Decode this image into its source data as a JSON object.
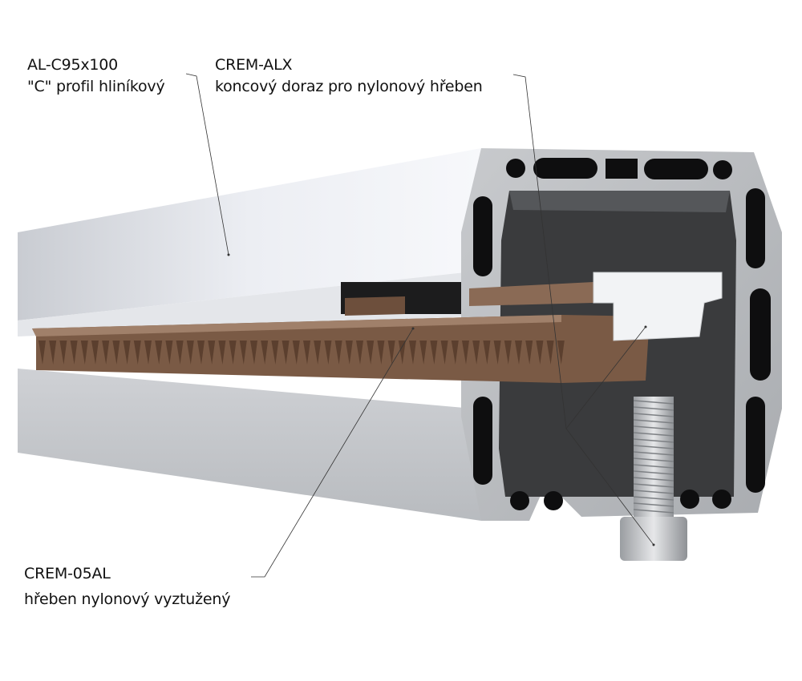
{
  "labels": {
    "profile": {
      "code": "AL-C95x100",
      "description": "\"C\" profil hliníkový"
    },
    "end_stop": {
      "code": "CREM-ALX",
      "description": "koncový doraz pro nylonový hřeben"
    },
    "rack": {
      "code": "CREM-05AL",
      "description": "hřeben nylonový vyztužený"
    }
  },
  "colors": {
    "aluminium": "#d4d6da",
    "rack": "#7a5a45",
    "interior": "#3a3b3d",
    "stop": "#f2f3f5"
  }
}
